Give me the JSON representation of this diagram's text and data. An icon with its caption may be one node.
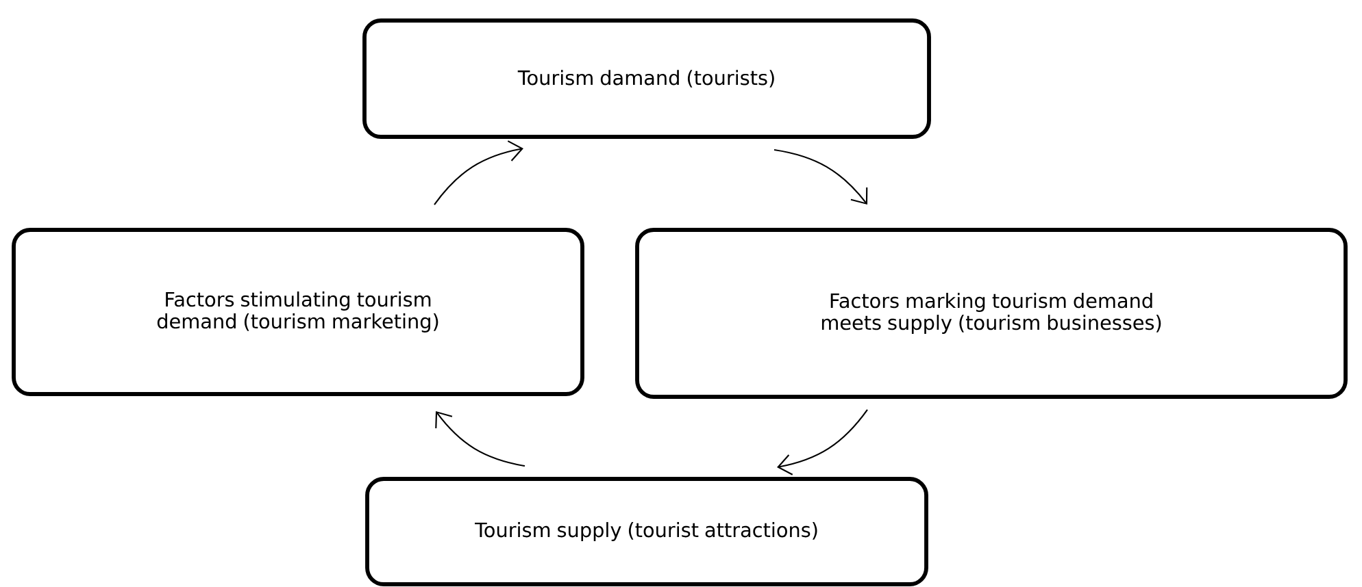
{
  "diagram": {
    "nodes": [
      {
        "text": [
          "Tourism damand (tourists)"
        ]
      },
      {
        "text": [
          "Factors stimulating tourism demand (tourism marketing)"
        ]
      },
      {
        "text": [
          "Factors marking tourism demand meets supply (tourism businesses)"
        ]
      },
      {
        "text": [
          "Tourism supply  (tourist attractions)"
        ]
      }
    ],
    "edges": [
      {
        "from": 1,
        "to": 0,
        "arrow": "to"
      },
      {
        "from": 0,
        "to": 2,
        "arrow": "to"
      },
      {
        "from": 2,
        "to": 3,
        "arrow": "to"
      },
      {
        "from": 3,
        "to": 1,
        "arrow": "to"
      }
    ]
  }
}
